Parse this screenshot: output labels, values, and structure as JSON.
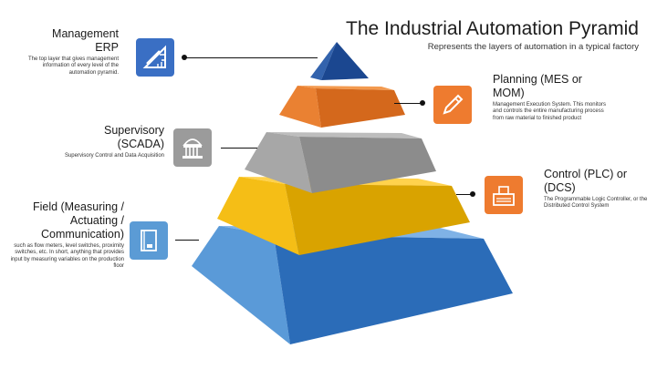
{
  "header": {
    "title": "The Industrial Automation Pyramid",
    "subtitle": "Represents the layers of automation in a typical factory"
  },
  "colors": {
    "erp": "#1e4f9c",
    "planning": "#e07327",
    "supervisory": "#8e8e8e",
    "control": "#f2b30a",
    "field": "#3a7fcf",
    "icon_blue": "#3a6fc4",
    "icon_orange": "#ee7b2f",
    "icon_gray": "#9b9b9b",
    "icon_light_blue": "#5b9bd5"
  },
  "layers": {
    "erp": {
      "heading": "Management\nERP",
      "description": "The top layer that gives management information of every level of the automation pyramid.",
      "icon": "ruler-pencil-icon"
    },
    "planning": {
      "heading": "Planning (MES or MOM)",
      "description": "Management Execution System. This monitors and controls the entire manufacturing process from raw material to finished product",
      "icon": "pencil-icon"
    },
    "supervisory": {
      "heading": "Supervisory\n(SCADA)",
      "description": "Supervisory Control and Data Acquisition",
      "icon": "building-icon"
    },
    "control": {
      "heading": "Control (PLC) or (DCS)",
      "description": "The Programmable Logic Controller, or the Distributed Control System",
      "icon": "controller-icon"
    },
    "field": {
      "heading": "Field (Measuring / Actuating / Communication)",
      "description": "such as flow meters, level switches, proximity switches, etc. In short, anything that provides input by measuring variables on the production floor",
      "icon": "book-icon"
    }
  }
}
